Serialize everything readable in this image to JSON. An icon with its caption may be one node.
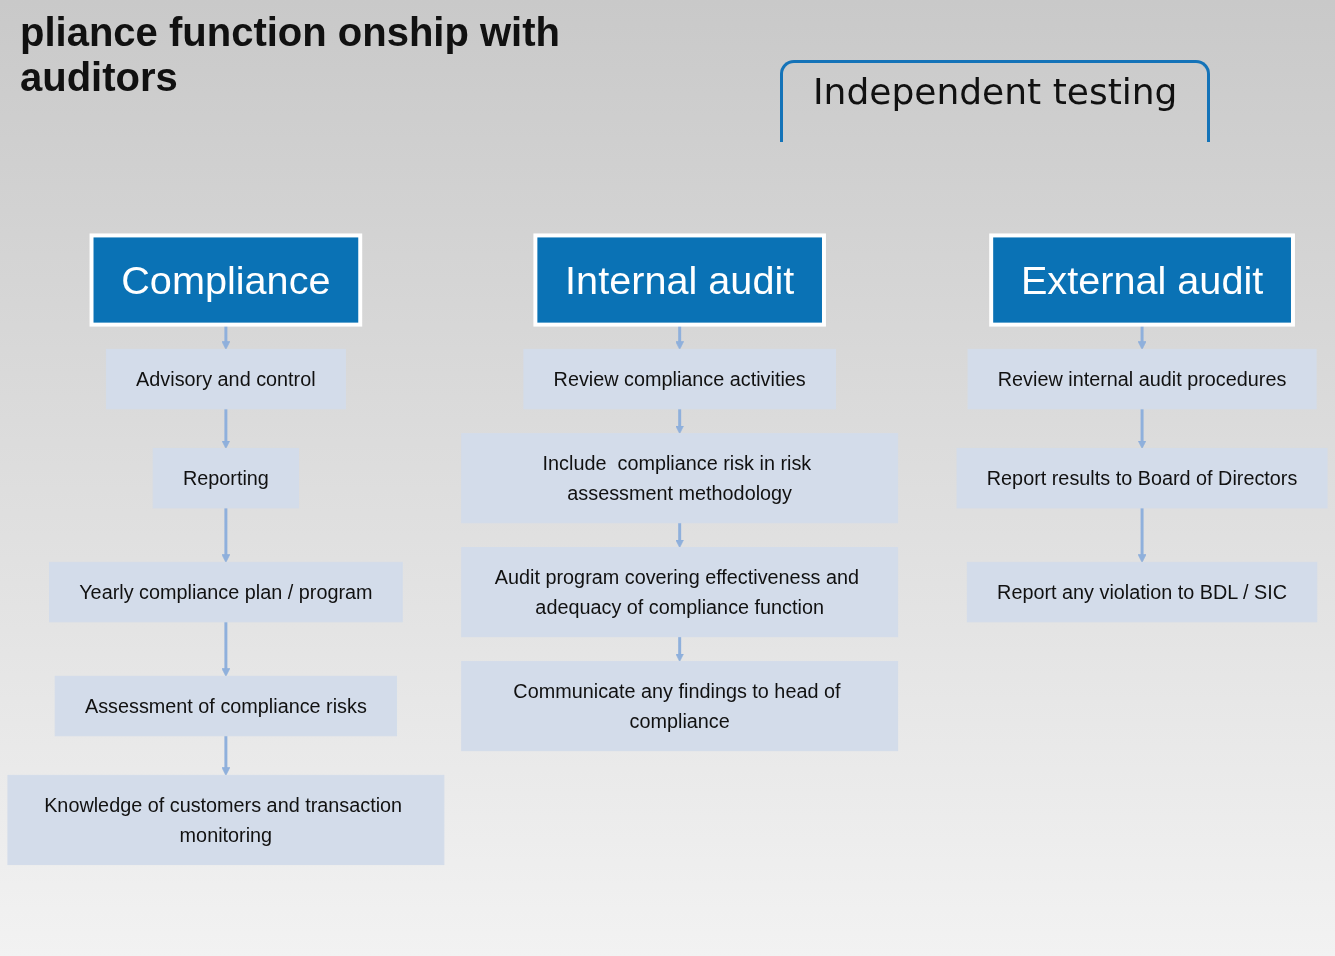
{
  "diagram": {
    "title": "pliance function onship with auditors",
    "nodes": [
      {
        "text": [
          "Compliance"
        ]
      },
      {
        "text": [
          "Advisory and control"
        ]
      },
      {
        "text": [
          "Reporting"
        ]
      },
      {
        "text": [
          "Yearly compliance plan / program"
        ]
      },
      {
        "text": [
          "Assessment of compliance risks"
        ]
      },
      {
        "text": [
          "Knowledge of customers and transaction monitoring"
        ]
      },
      {
        "text": [
          "Internal audit"
        ]
      },
      {
        "text": [
          "Review compliance activities"
        ]
      },
      {
        "text": [
          "Include  compliance risk in risk assessment methodology"
        ]
      },
      {
        "text": [
          "Audit program covering effectiveness and adequacy of compliance function"
        ]
      },
      {
        "text": [
          "Communicate any findings to head of compliance"
        ]
      },
      {
        "text": [
          "External audit"
        ]
      },
      {
        "text": [
          "Review internal audit procedures"
        ]
      },
      {
        "text": [
          "Report results to Board of Directors"
        ]
      },
      {
        "text": [
          "Report any violation to BDL / SIC"
        ]
      }
    ],
    "edges": [
      {
        "from": 0,
        "to": 1,
        "arrow": "to"
      },
      {
        "from": 1,
        "to": 2,
        "arrow": "to"
      },
      {
        "from": 2,
        "to": 3,
        "arrow": "to"
      },
      {
        "from": 3,
        "to": 4,
        "arrow": "to"
      },
      {
        "from": 4,
        "to": 5,
        "arrow": "to"
      },
      {
        "from": 6,
        "to": 7,
        "arrow": "to"
      },
      {
        "from": 7,
        "to": 8,
        "arrow": "to"
      },
      {
        "from": 8,
        "to": 9,
        "arrow": "to"
      },
      {
        "from": 9,
        "to": 10,
        "arrow": "to"
      },
      {
        "from": 11,
        "to": 12,
        "arrow": "to"
      },
      {
        "from": 12,
        "to": 13,
        "arrow": "to"
      },
      {
        "from": 13,
        "to": 14,
        "arrow": "to"
      }
    ],
    "labels": [
      "Independent testing"
    ]
  }
}
